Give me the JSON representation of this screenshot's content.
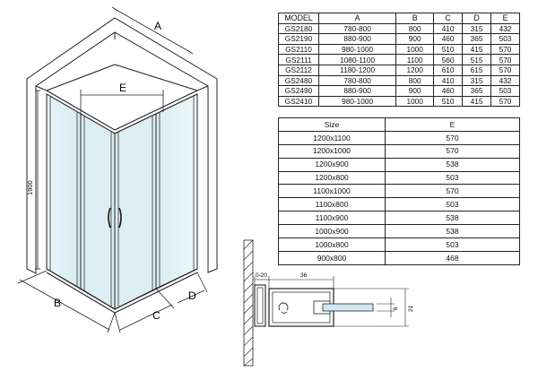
{
  "main_drawing": {
    "dim_labels": [
      "A",
      "E",
      "B",
      "C",
      "D"
    ],
    "height_label": "1900"
  },
  "model_table": {
    "headers": [
      "MODEL",
      "A",
      "B",
      "C",
      "D",
      "E"
    ],
    "rows": [
      [
        "GS2180",
        "780-800",
        "800",
        "410",
        "315",
        "432"
      ],
      [
        "GS2190",
        "880-900",
        "900",
        "460",
        "365",
        "503"
      ],
      [
        "GS2110",
        "980-1000",
        "1000",
        "510",
        "415",
        "570"
      ],
      [
        "GS2111",
        "1080-1100",
        "1100",
        "560",
        "515",
        "570"
      ],
      [
        "GS2112",
        "1180-1200",
        "1200",
        "610",
        "615",
        "570"
      ],
      [
        "GS2480",
        "780-800",
        "800",
        "410",
        "315",
        "432"
      ],
      [
        "GS2490",
        "880-900",
        "900",
        "460",
        "365",
        "503"
      ],
      [
        "GS2410",
        "980-1000",
        "1000",
        "510",
        "415",
        "570"
      ]
    ]
  },
  "size_table": {
    "headers": [
      "Size",
      "E"
    ],
    "rows": [
      [
        "1200x1100",
        "570"
      ],
      [
        "1200x1000",
        "570"
      ],
      [
        "1200x900",
        "538"
      ],
      [
        "1200x800",
        "503"
      ],
      [
        "1100x1000",
        "570"
      ],
      [
        "1100x800",
        "503"
      ],
      [
        "1100x900",
        "538"
      ],
      [
        "1000x900",
        "538"
      ],
      [
        "1000x800",
        "503"
      ],
      [
        "900x800",
        "468"
      ]
    ]
  },
  "profile_detail": {
    "dim_left": "0-20",
    "dim_top": "36",
    "dim_right": "21",
    "dim_inner": "6"
  }
}
